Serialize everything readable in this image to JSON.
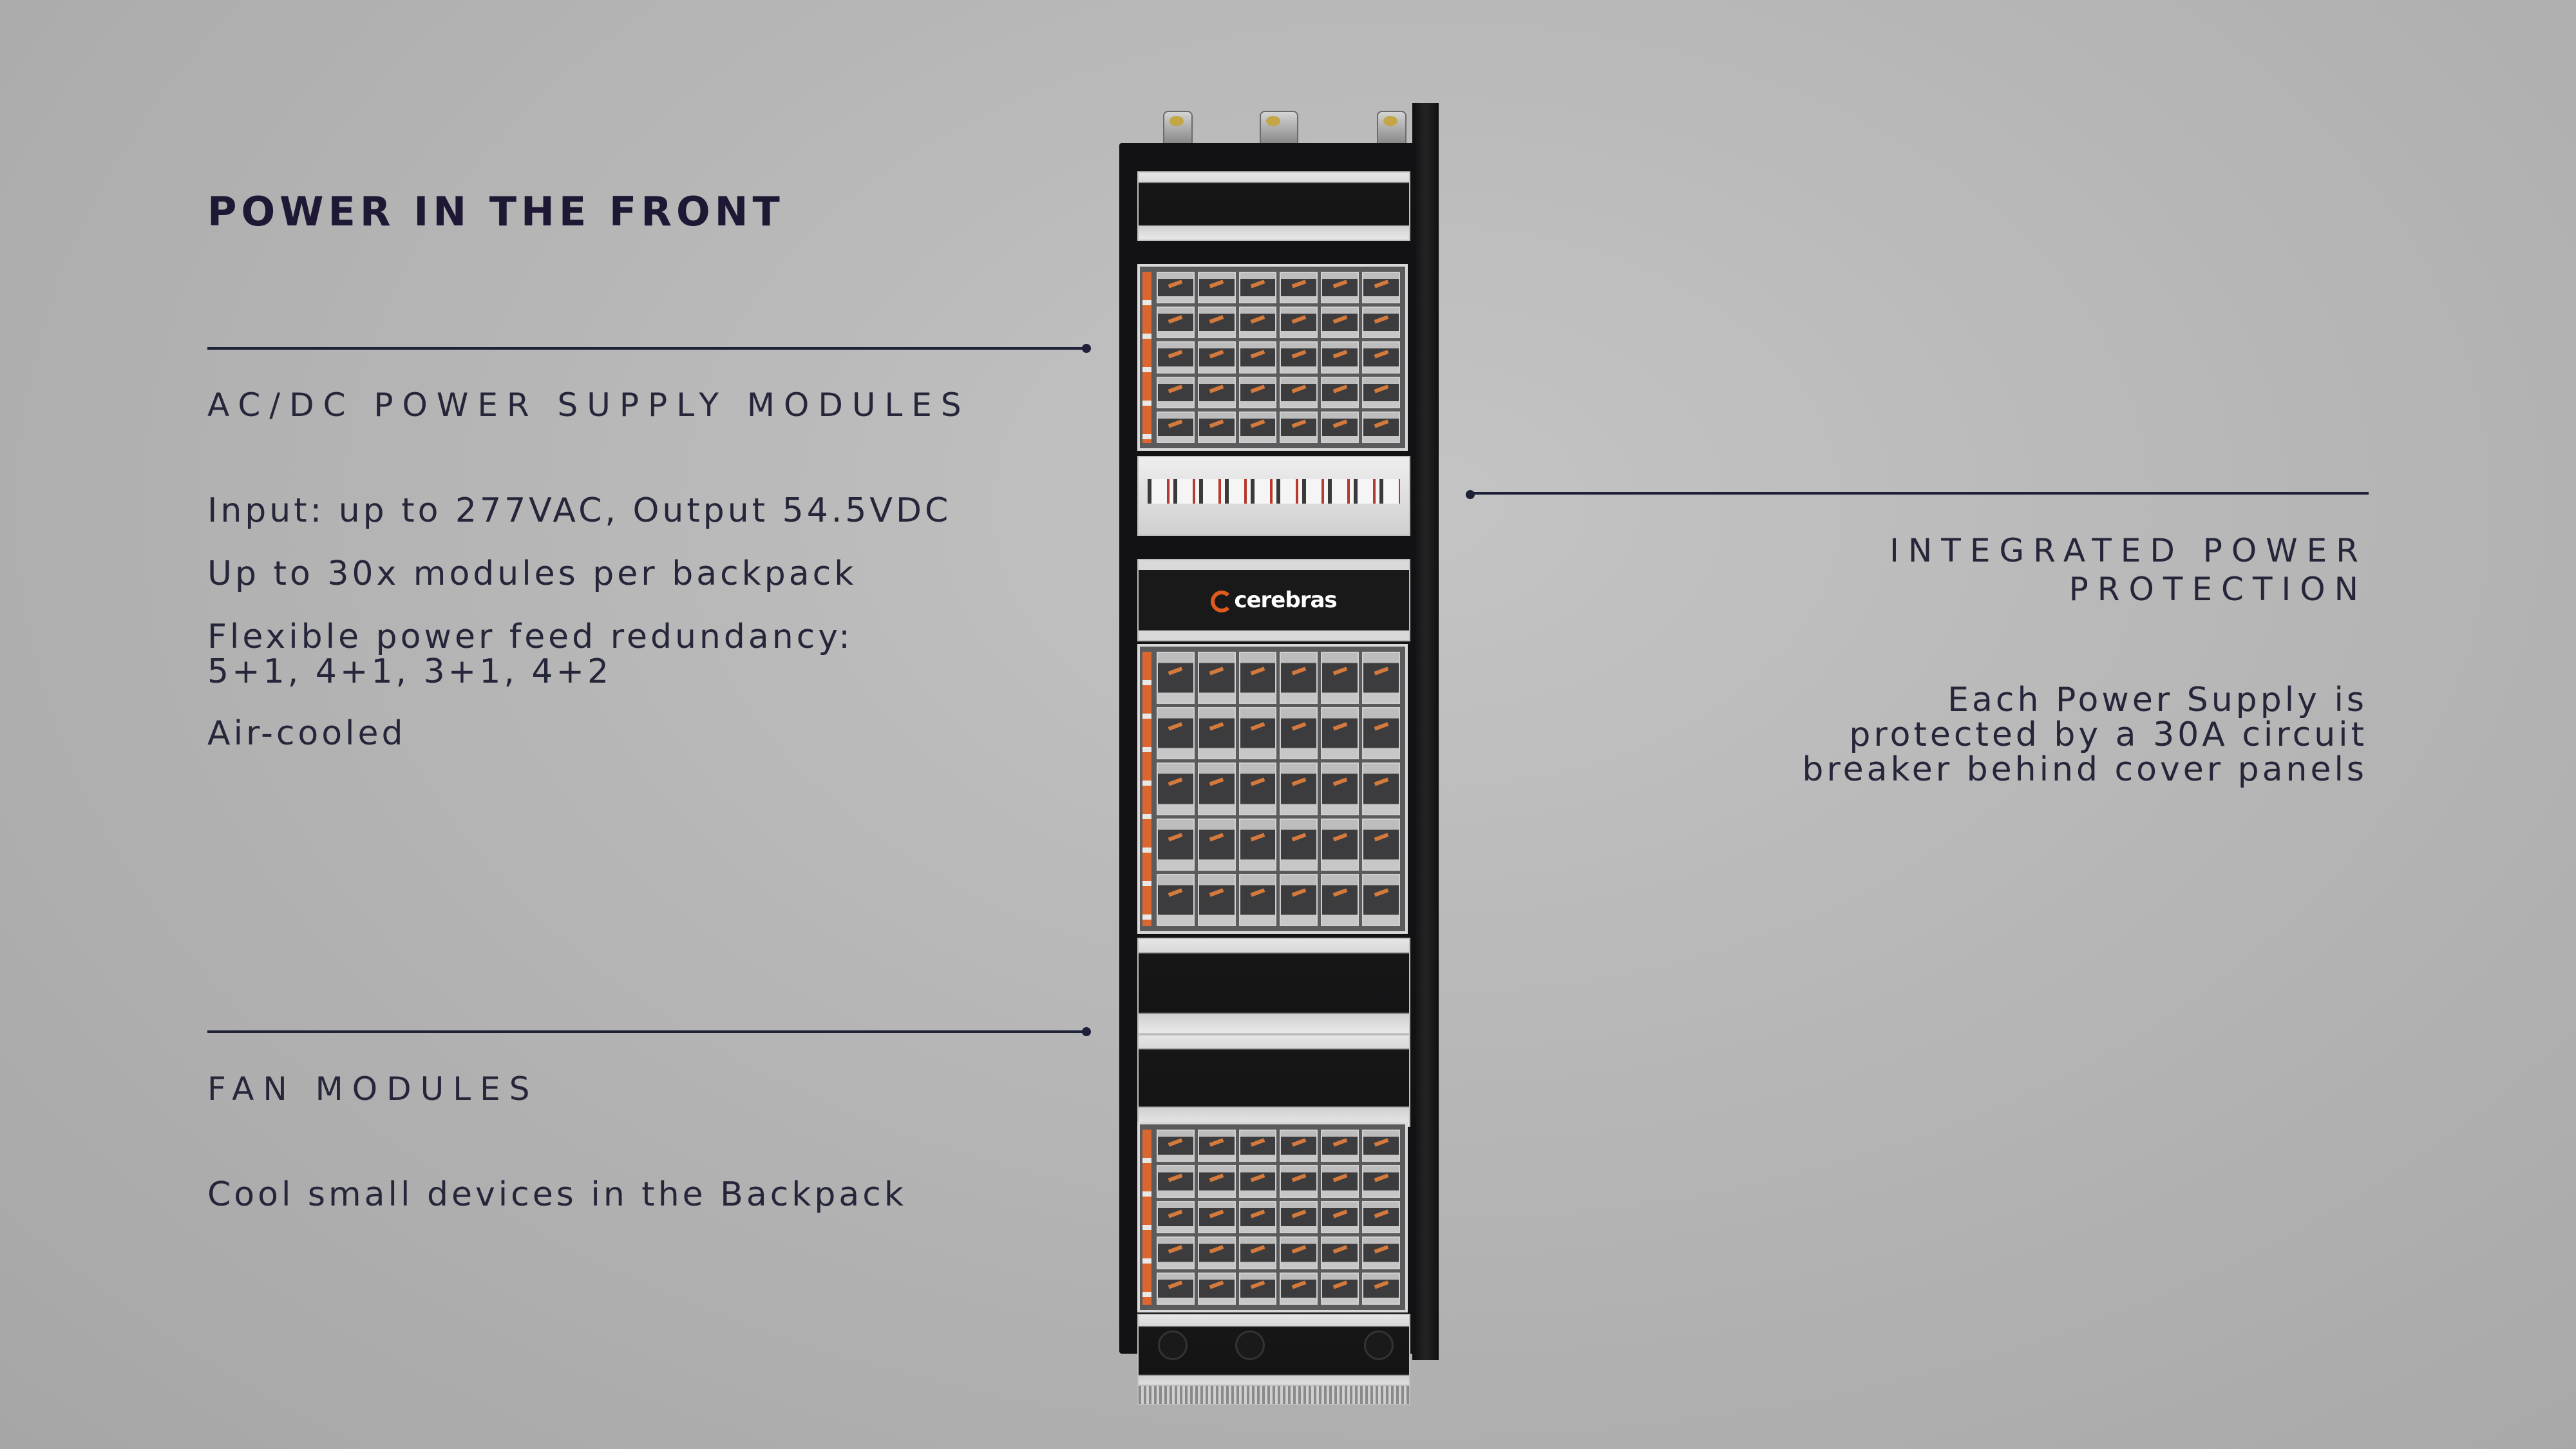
{
  "title": "POWER IN THE FRONT",
  "psu_section": {
    "heading": "AC/DC POWER SUPPLY MODULES",
    "lines": [
      "Input: up to 277VAC, Output 54.5VDC",
      "Up to 30x modules per backpack",
      "Flexible power feed redundancy:",
      "5+1, 4+1, 3+1, 4+2",
      "Air-cooled"
    ]
  },
  "fan_section": {
    "heading": "FAN MODULES",
    "lines": [
      "Cool small devices in the Backpack"
    ]
  },
  "protection_section": {
    "heading_lines": [
      "INTEGRATED POWER",
      "PROTECTION"
    ],
    "lines": [
      "Each Power Supply is",
      "protected by a 30A circuit",
      "breaker behind cover panels"
    ]
  },
  "rack": {
    "logo_text": "cerebras",
    "colors": {
      "accent": "#e05a1e",
      "text": "#25263a",
      "background": "#b8b8b8"
    }
  }
}
